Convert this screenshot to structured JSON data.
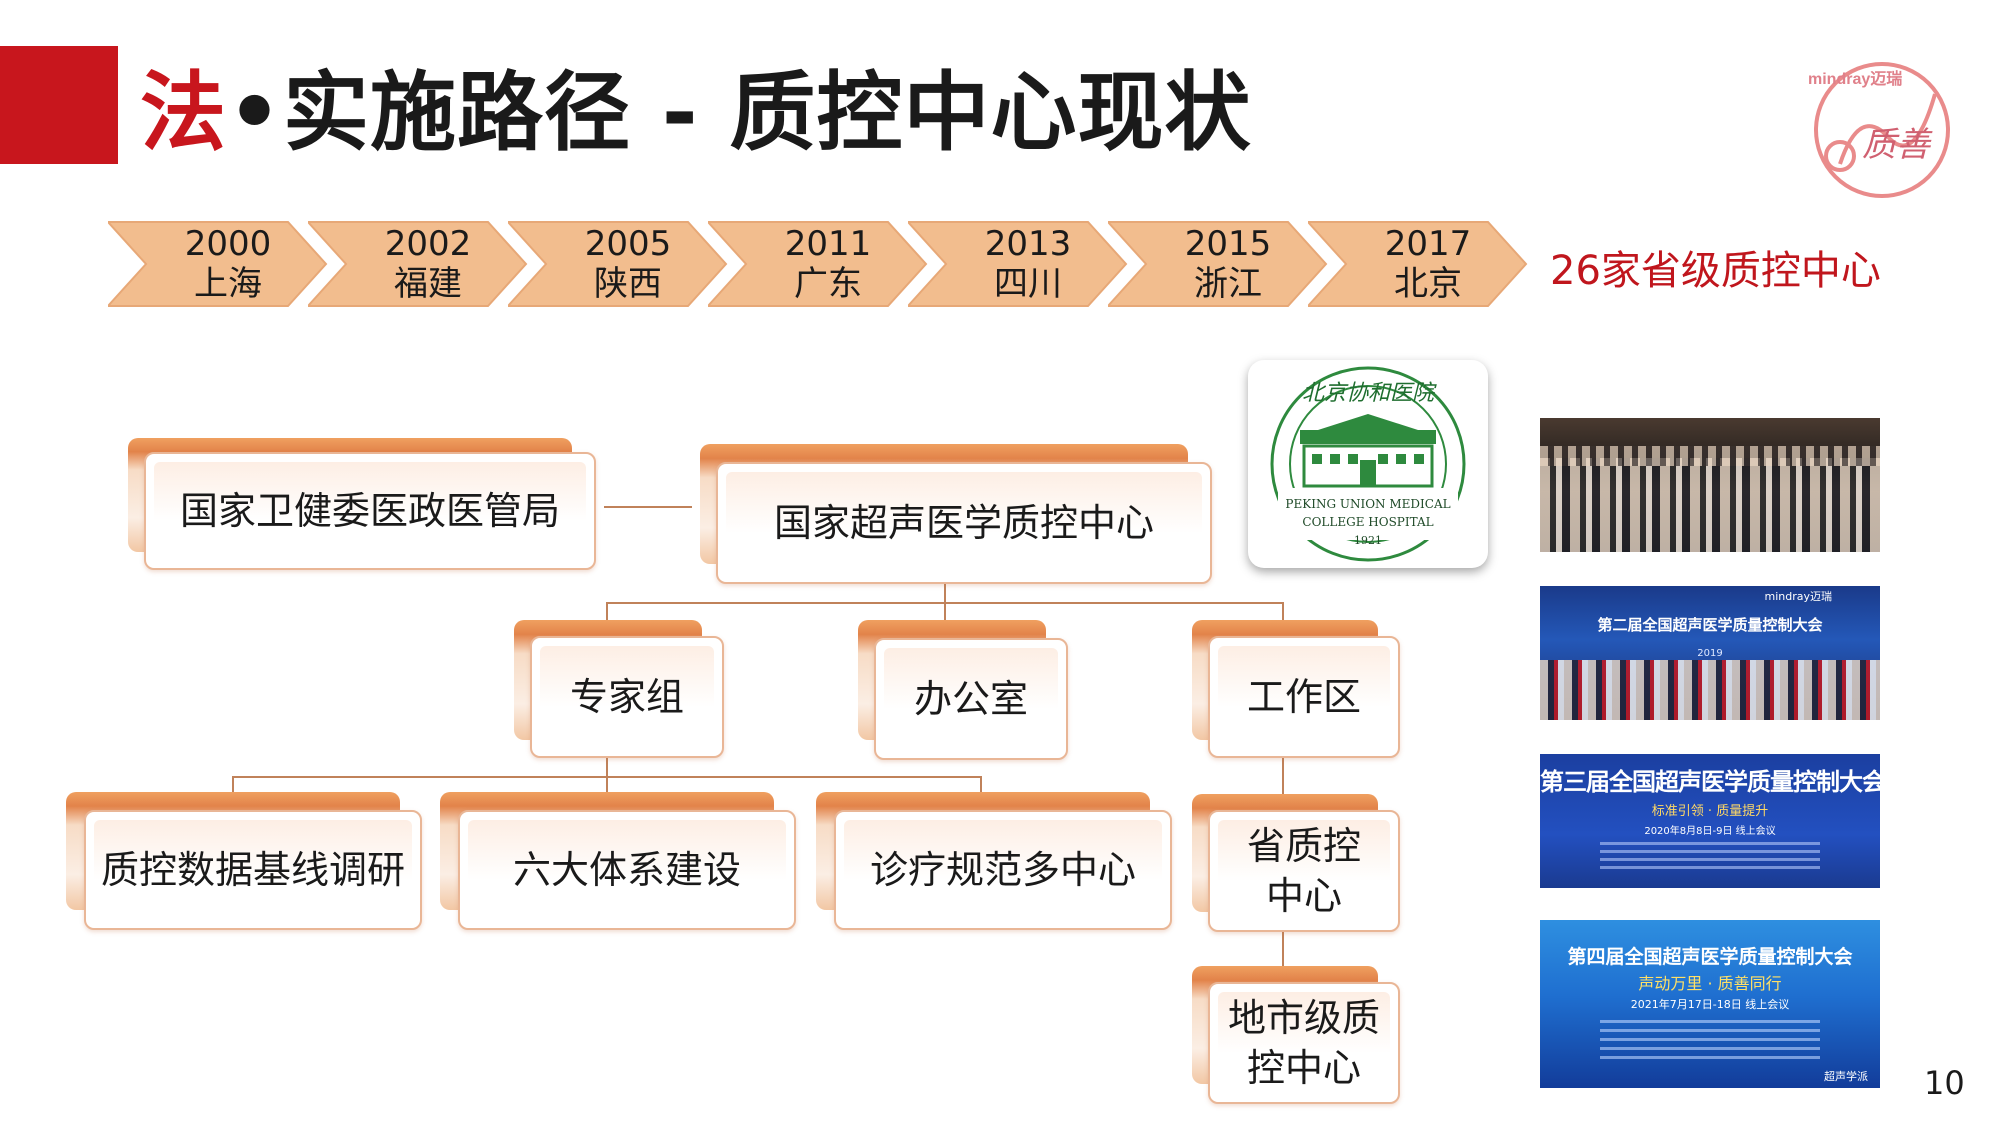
{
  "title": {
    "prefix": "法",
    "rest": "•实施路径 - 质控中心现状"
  },
  "logo": {
    "brand": "mindray迈瑞",
    "text": "质善"
  },
  "timeline": [
    {
      "year": "2000",
      "place": "上海"
    },
    {
      "year": "2002",
      "place": "福建"
    },
    {
      "year": "2005",
      "place": "陕西"
    },
    {
      "year": "2011",
      "place": "广东"
    },
    {
      "year": "2013",
      "place": "四川"
    },
    {
      "year": "2015",
      "place": "浙江"
    },
    {
      "year": "2017",
      "place": "北京"
    }
  ],
  "summary": "26家省级质控中心",
  "org": {
    "nhc": "国家卫健委医政医管局",
    "center": "国家超声医学质控中心",
    "experts": "专家组",
    "office": "办公室",
    "workzone": "工作区",
    "baseline": "质控数据基线调研",
    "six_systems": "六大体系建设",
    "multicenter": "诊疗规范多中心",
    "provincial_l1": "省质控",
    "provincial_l2": "中心",
    "city_l1": "地市级质",
    "city_l2": "控中心"
  },
  "hospital_logo": {
    "cn": "北京协和医院",
    "en1": "PEKING UNION MEDICAL",
    "en2": "COLLEGE HOSPITAL",
    "year": "1921"
  },
  "photos": [
    {
      "caption": ""
    },
    {
      "caption": "第二届全国超声医学质量控制大会",
      "sub": "2019",
      "brand": "mindray迈瑞"
    },
    {
      "caption": "第三届全国超声医学质量控制大会",
      "sub": "标准引领 · 质量提升",
      "date": "2020年8月8日-9日 线上会议"
    },
    {
      "caption": "第四届全国超声医学质量控制大会",
      "sub": "声动万里 · 质善同行",
      "date": "2021年7月17日-18日 线上会议",
      "brand": "超声学派"
    }
  ],
  "page_number": "10",
  "colors": {
    "accent_red": "#c8161d",
    "chevron": "#f2bd8e",
    "box_border": "#e9b696",
    "photo_blue": "#1b3fa0"
  }
}
